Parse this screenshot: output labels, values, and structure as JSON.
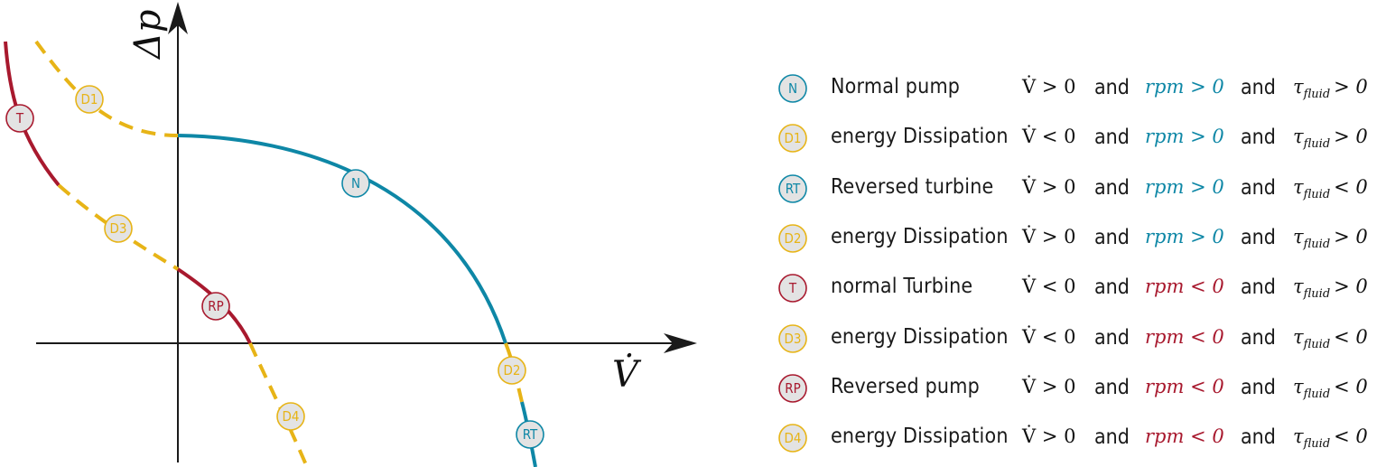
{
  "axes": {
    "y_label": "Δp",
    "x_label": "V̇"
  },
  "colors": {
    "blue": "#0e87a6",
    "red": "#a8192e",
    "yellow": "#e7b417",
    "badge_fill": "#e3e3e3"
  },
  "curve_badges": [
    {
      "label": "T",
      "color": "red"
    },
    {
      "label": "D1",
      "color": "yellow"
    },
    {
      "label": "N",
      "color": "blue"
    },
    {
      "label": "D3",
      "color": "yellow"
    },
    {
      "label": "RP",
      "color": "red"
    },
    {
      "label": "D2",
      "color": "yellow"
    },
    {
      "label": "D4",
      "color": "yellow"
    },
    {
      "label": "RT",
      "color": "blue"
    }
  ],
  "legend": [
    {
      "badge": "N",
      "color": "blue",
      "name": "Normal pump",
      "flow_cond": "V̇ > 0",
      "join1": "and",
      "rpm_cond": "rpm > 0",
      "rpm_color": "blue",
      "join2": "and",
      "tau_sym": "τ",
      "tau_sub": "fluid",
      "tau_cond": "> 0"
    },
    {
      "badge": "D1",
      "color": "yellow",
      "name": "energy Dissipation",
      "flow_cond": "V̇ < 0",
      "join1": "and",
      "rpm_cond": "rpm > 0",
      "rpm_color": "blue",
      "join2": "and",
      "tau_sym": "τ",
      "tau_sub": "fluid",
      "tau_cond": "> 0"
    },
    {
      "badge": "RT",
      "color": "blue",
      "name": "Reversed turbine",
      "flow_cond": "V̇ > 0",
      "join1": "and",
      "rpm_cond": "rpm > 0",
      "rpm_color": "blue",
      "join2": "and",
      "tau_sym": "τ",
      "tau_sub": "fluid",
      "tau_cond": "< 0"
    },
    {
      "badge": "D2",
      "color": "yellow",
      "name": "energy Dissipation",
      "flow_cond": "V̇ > 0",
      "join1": "and",
      "rpm_cond": "rpm > 0",
      "rpm_color": "blue",
      "join2": "and",
      "tau_sym": "τ",
      "tau_sub": "fluid",
      "tau_cond": "> 0"
    },
    {
      "badge": "T",
      "color": "red",
      "name": "normal Turbine",
      "flow_cond": "V̇ < 0",
      "join1": "and",
      "rpm_cond": "rpm < 0",
      "rpm_color": "red",
      "join2": "and",
      "tau_sym": "τ",
      "tau_sub": "fluid",
      "tau_cond": "> 0"
    },
    {
      "badge": "D3",
      "color": "yellow",
      "name": "energy Dissipation",
      "flow_cond": "V̇ < 0",
      "join1": "and",
      "rpm_cond": "rpm < 0",
      "rpm_color": "red",
      "join2": "and",
      "tau_sym": "τ",
      "tau_sub": "fluid",
      "tau_cond": "< 0"
    },
    {
      "badge": "RP",
      "color": "red",
      "name": "Reversed pump",
      "flow_cond": "V̇ > 0",
      "join1": "and",
      "rpm_cond": "rpm < 0",
      "rpm_color": "red",
      "join2": "and",
      "tau_sym": "τ",
      "tau_sub": "fluid",
      "tau_cond": "< 0"
    },
    {
      "badge": "D4",
      "color": "yellow",
      "name": "energy Dissipation",
      "flow_cond": "V̇ > 0",
      "join1": "and",
      "rpm_cond": "rpm < 0",
      "rpm_color": "red",
      "join2": "and",
      "tau_sym": "τ",
      "tau_sub": "fluid",
      "tau_cond": "< 0"
    }
  ]
}
